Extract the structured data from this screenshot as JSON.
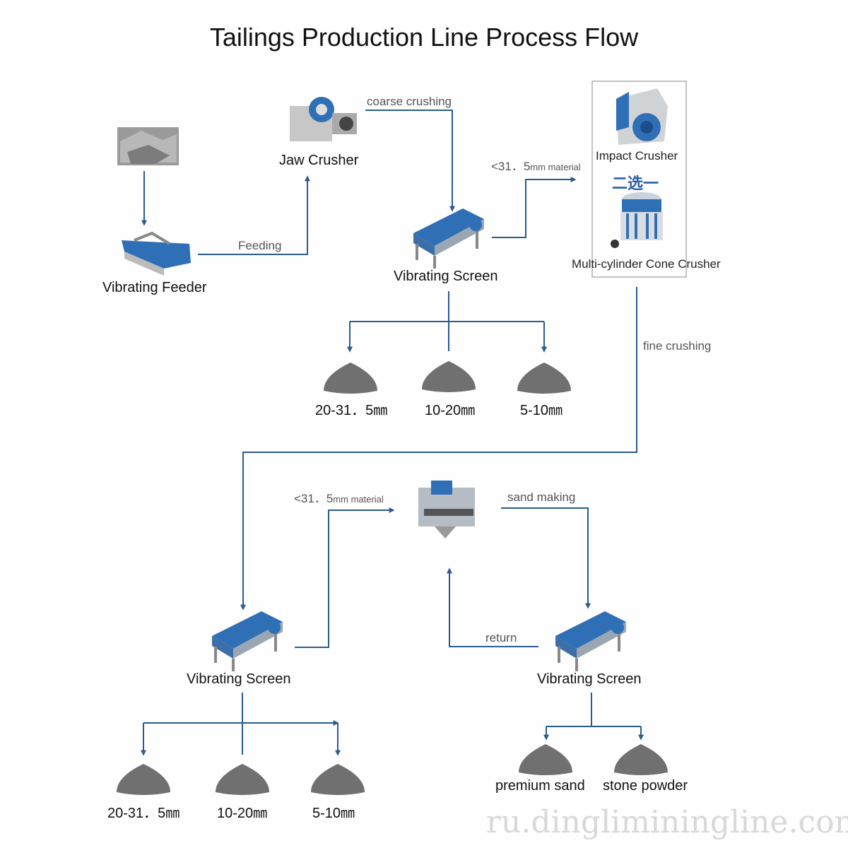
{
  "title": "Tailings Production Line Process Flow",
  "colors": {
    "line": "#2b5b8e",
    "machine_blue": "#2f6fb5",
    "pile": "#6e6e6e"
  },
  "nodes": {
    "raw_material": {
      "icon": "rock-image"
    },
    "vibrating_feeder": "Vibrating Feeder",
    "jaw_crusher": "Jaw Crusher",
    "vibrating_screen_1": "Vibrating Screen",
    "impact_crusher": "Impact Crusher",
    "choose_one": "二选一",
    "cone_crusher": "Multi-cylinder Cone Crusher",
    "sand_maker": {
      "icon": "sand-making-machine-image"
    },
    "vibrating_screen_2": "Vibrating Screen",
    "vibrating_screen_3": "Vibrating Screen"
  },
  "edges": {
    "feeding": "Feeding",
    "coarse_crushing": "coarse crushing",
    "material_1": {
      "prefix": "<31．5",
      "unit": "mm material"
    },
    "fine_crushing": "fine crushing",
    "material_2": {
      "prefix": "<31．5",
      "unit": "mm material"
    },
    "sand_making": "sand making",
    "return": "return"
  },
  "products_1": [
    "20-31．5㎜",
    "10-20㎜",
    "5-10㎜"
  ],
  "products_2": [
    "20-31．5㎜",
    "10-20㎜",
    "5-10㎜"
  ],
  "products_3": [
    "premium sand",
    "stone powder"
  ],
  "watermark": "ru.dingliminingline.com"
}
